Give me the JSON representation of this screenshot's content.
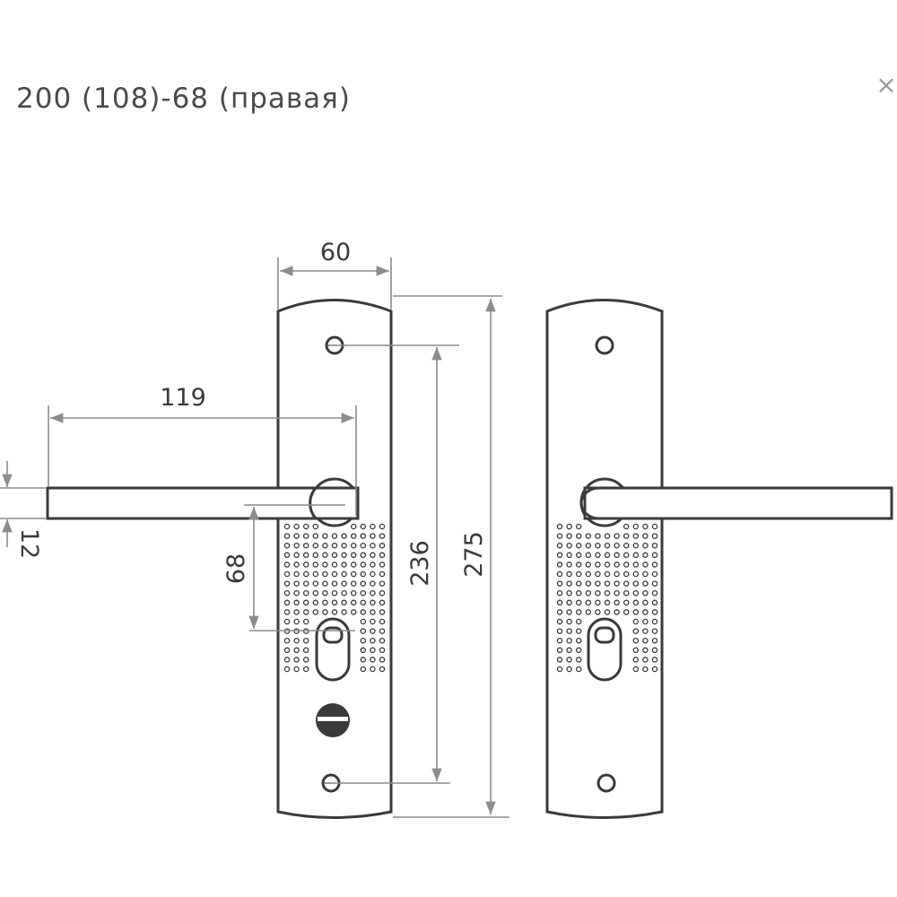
{
  "header": {
    "title": "200 (108)-68 (правая)",
    "close_symbol": "×"
  },
  "dimensions": {
    "plate_width": "60",
    "lever_length": "119",
    "lever_thickness": "12",
    "lever_to_cylinder": "68",
    "screw_spacing": "236",
    "plate_height": "275"
  },
  "colors": {
    "line": "#3a3a3a",
    "dimension_line": "#8c8c8c"
  }
}
